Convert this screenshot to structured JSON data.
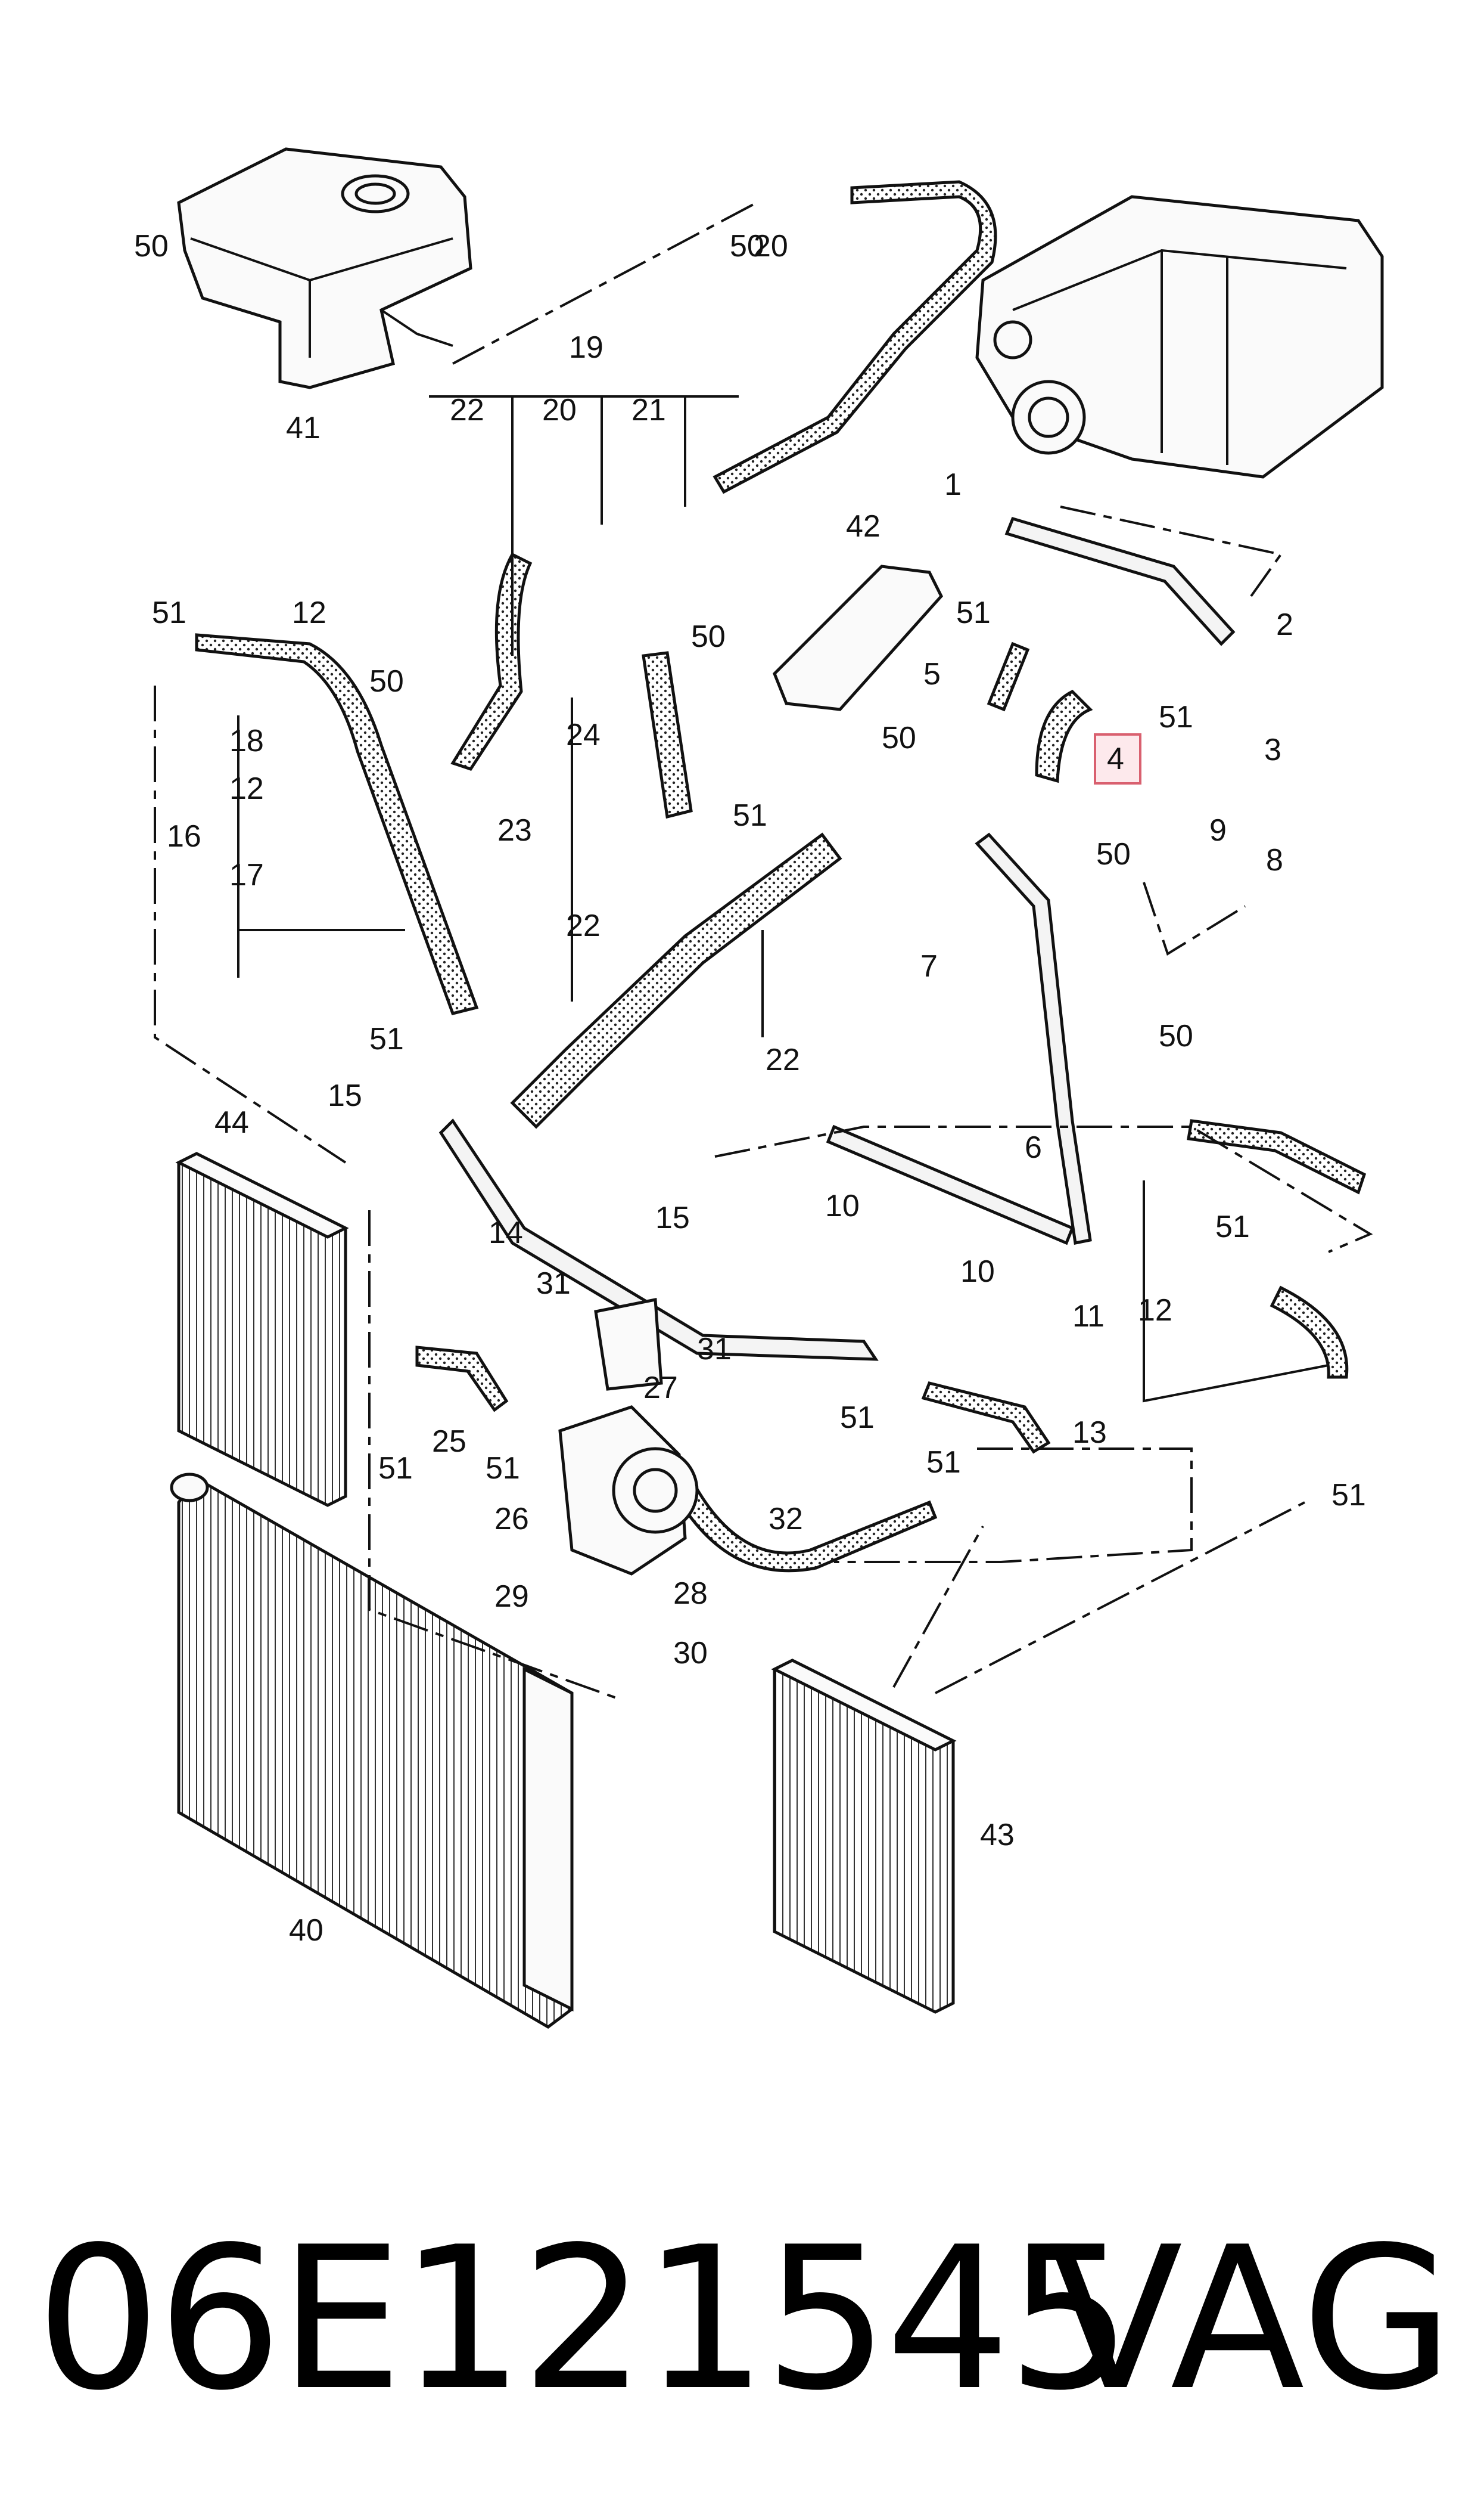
{
  "callouts": {
    "c1": "1",
    "c2": "2",
    "c3": "3",
    "c4": "4",
    "c5": "5",
    "c6": "6",
    "c7": "7",
    "c8": "8",
    "c9": "9",
    "c10a": "10",
    "c10b": "10",
    "c11": "11",
    "c12a": "12",
    "c12b": "12",
    "c12c": "12",
    "c13": "13",
    "c14": "14",
    "c15a": "15",
    "c15b": "15",
    "c16": "16",
    "c17": "17",
    "c18": "18",
    "c19": "19",
    "c20a": "20",
    "c20b": "20",
    "c21": "21",
    "c22a": "22",
    "c22b": "22",
    "c22c": "22",
    "c23": "23",
    "c24": "24",
    "c25": "25",
    "c26": "26",
    "c27": "27",
    "c28": "28",
    "c29": "29",
    "c30": "30",
    "c31a": "31",
    "c31b": "31",
    "c32": "32",
    "c40": "40",
    "c41": "41",
    "c42": "42",
    "c43": "43",
    "c44": "44",
    "c50a": "50",
    "c50b": "50",
    "c50c": "50",
    "c50d": "50",
    "c50e": "50",
    "c50f": "50",
    "c51a": "51",
    "c51b": "51",
    "c51c": "51",
    "c51d": "51",
    "c51e": "51",
    "c51f": "51",
    "c51g": "51",
    "c51h": "51",
    "c51i": "51",
    "c51j": "51",
    "c51k": "51",
    "c51l": "51"
  },
  "highlighted_part": "4",
  "footer": {
    "part_number": "06E121545",
    "brand": "VAG"
  },
  "colors": {
    "line": "#111111",
    "highlight_fill": "#fde9ec",
    "highlight_border": "#d9606f"
  }
}
